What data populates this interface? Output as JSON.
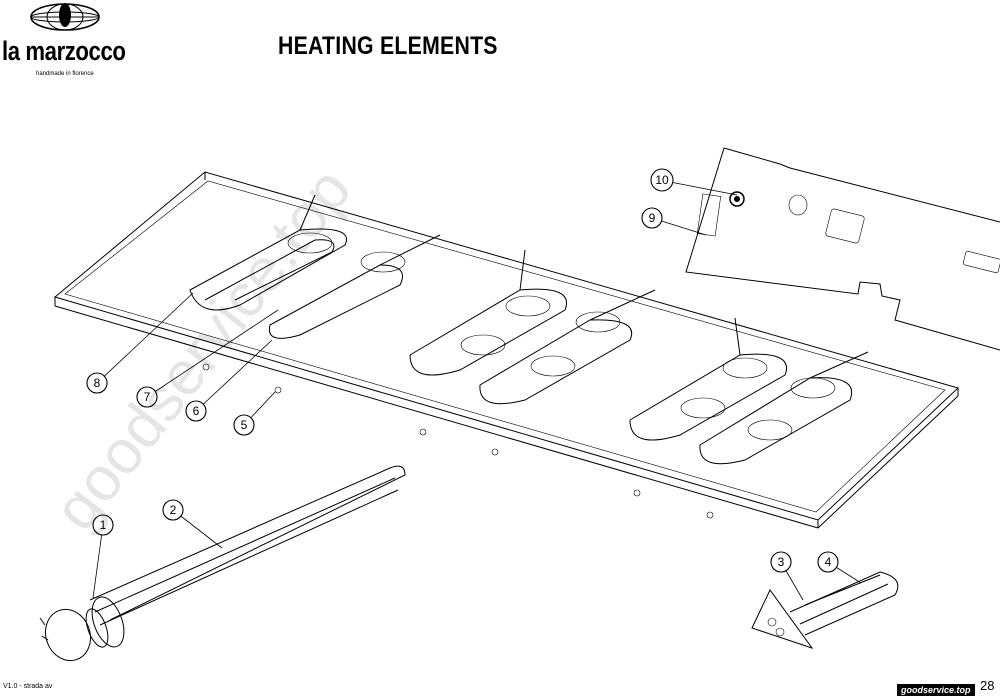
{
  "header": {
    "brand": "la marzocco",
    "tagline": "handmade in florence",
    "title": "HEATING ELEMENTS"
  },
  "callouts": [
    {
      "num": "1"
    },
    {
      "num": "2"
    },
    {
      "num": "3"
    },
    {
      "num": "4"
    },
    {
      "num": "5"
    },
    {
      "num": "6"
    },
    {
      "num": "7"
    },
    {
      "num": "8"
    },
    {
      "num": "9"
    },
    {
      "num": "10"
    }
  ],
  "footer": {
    "version": "V1.0 - strada av",
    "page": "28",
    "site": "goodservice.top"
  },
  "watermark": "goodservice.top"
}
